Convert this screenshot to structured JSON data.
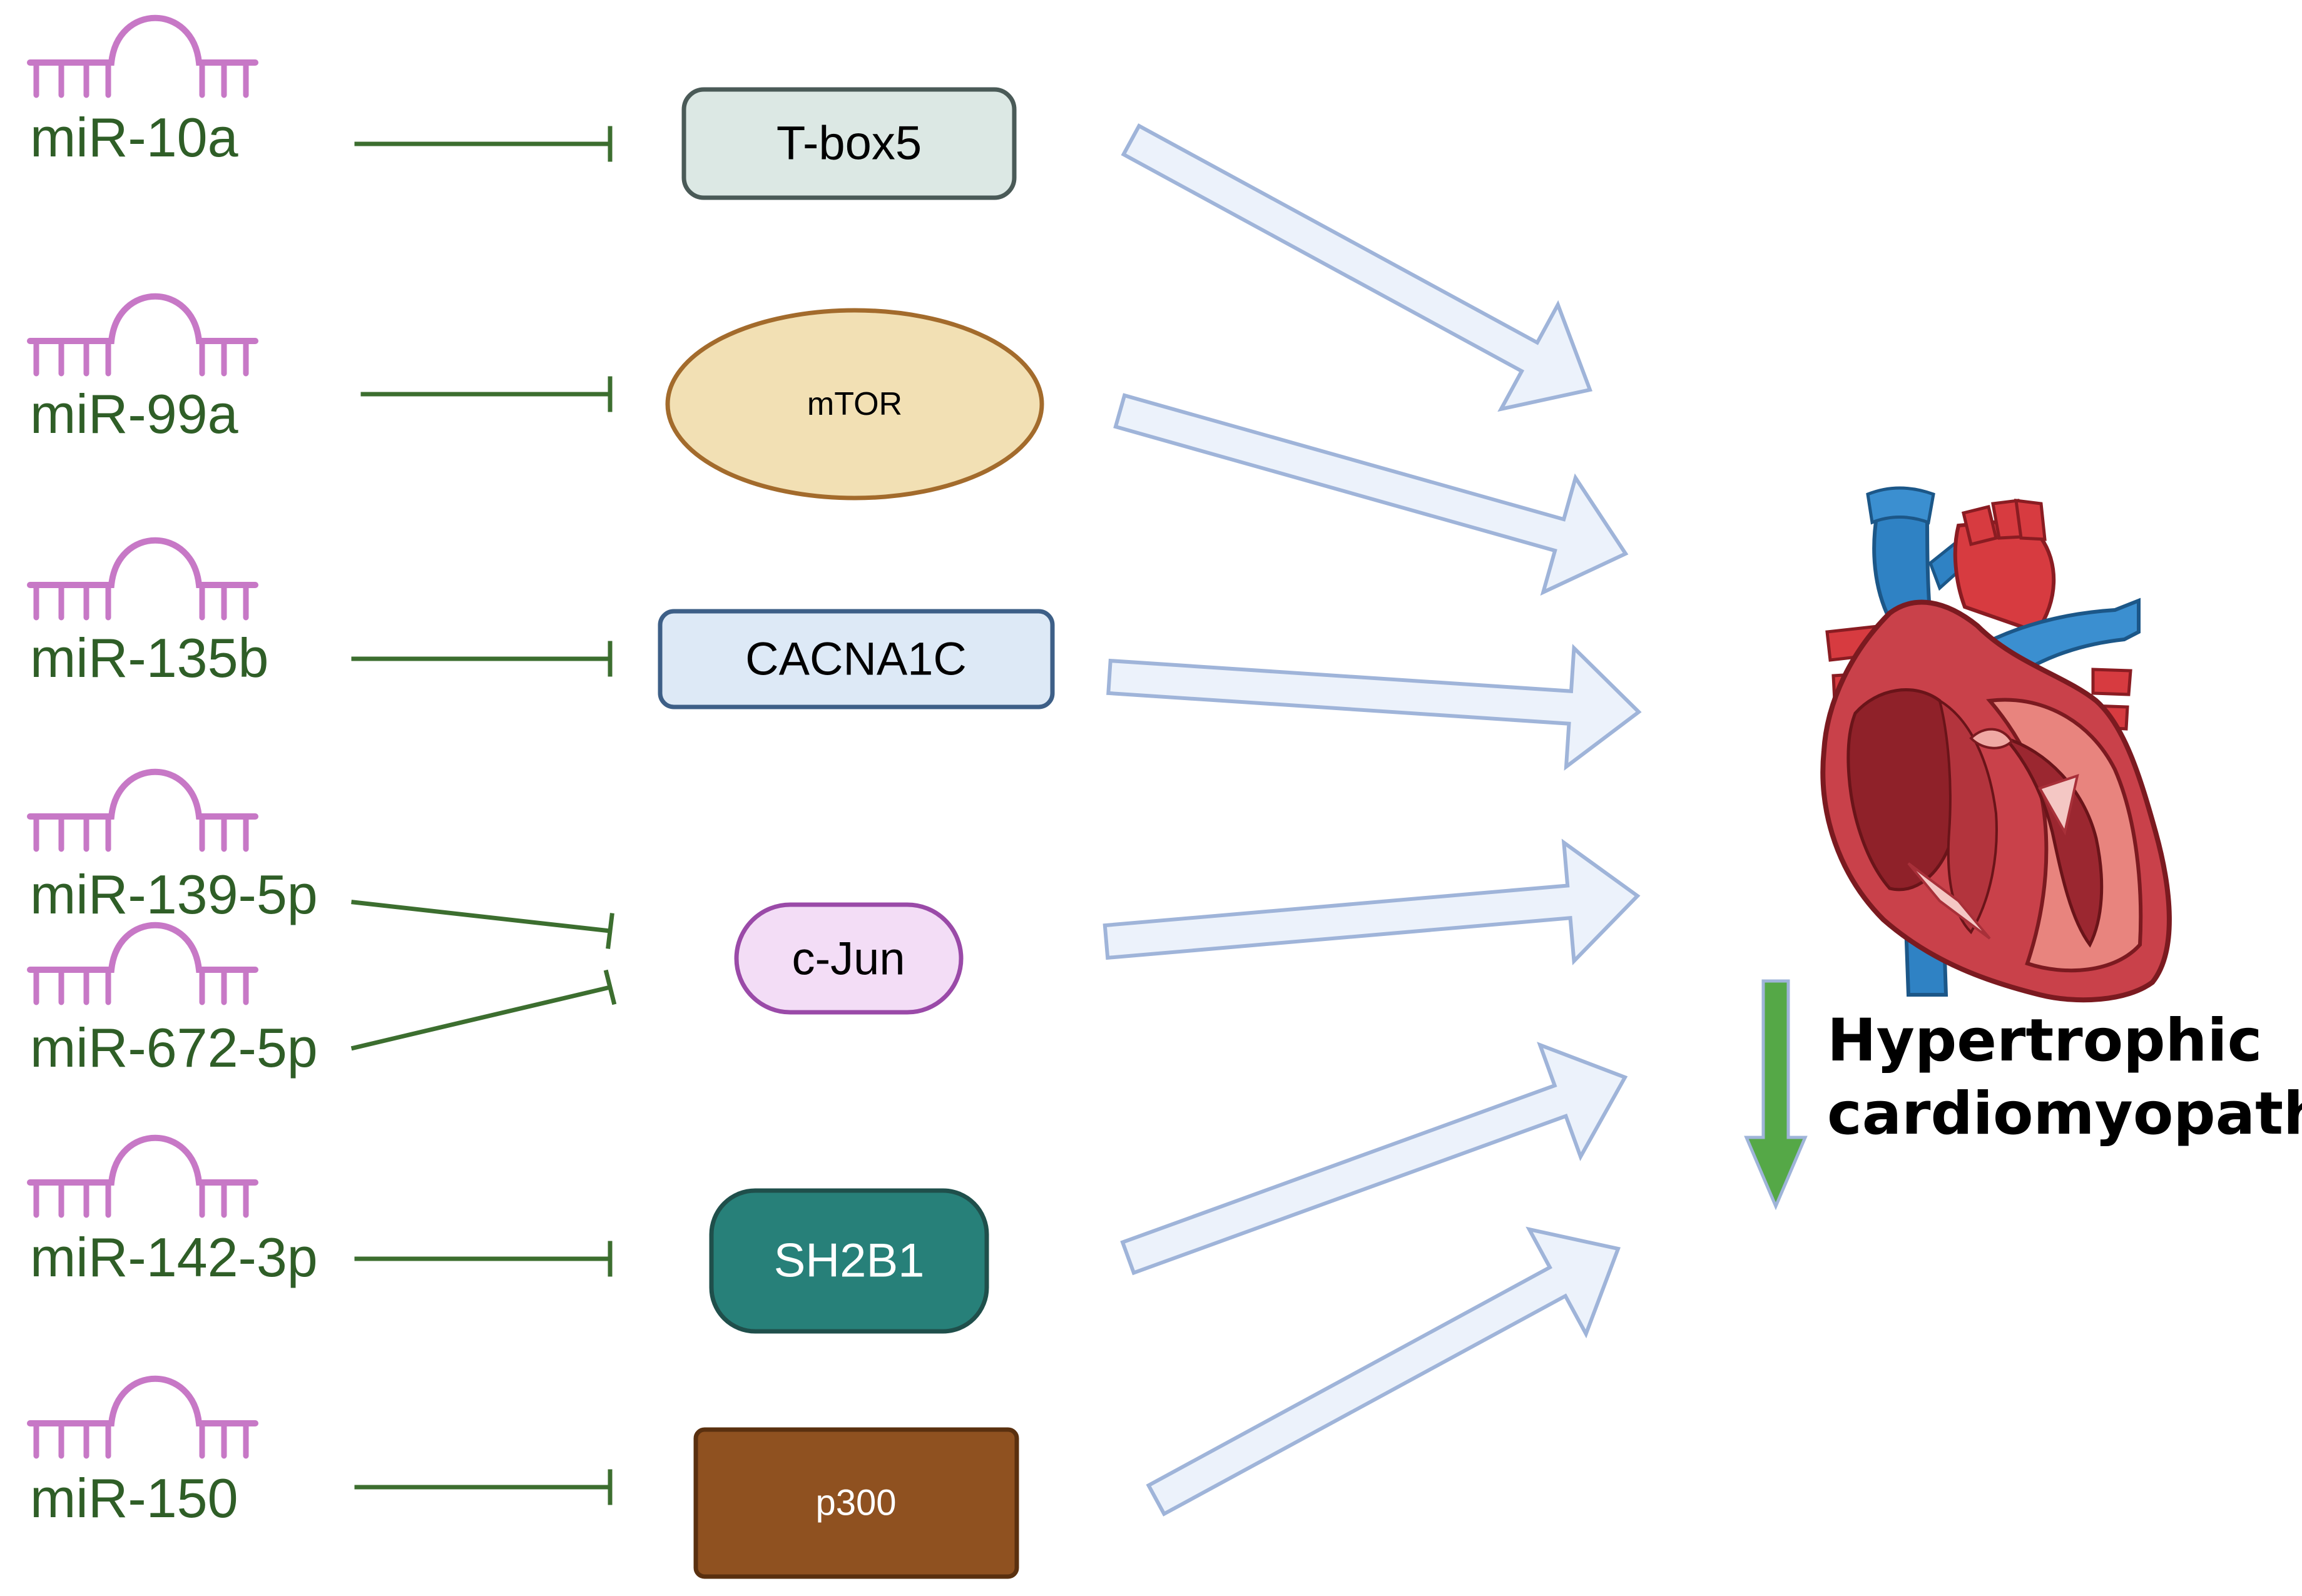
{
  "mirnas": [
    {
      "label": "miR-10a"
    },
    {
      "label": "miR-99a"
    },
    {
      "label": "miR-135b"
    },
    {
      "label": "miR-139-5p"
    },
    {
      "label": "miR-672-5p"
    },
    {
      "label": "miR-142-3p"
    },
    {
      "label": "miR-150"
    }
  ],
  "targets": [
    {
      "label": "T-box5",
      "fill": "#dce8e4",
      "stroke": "#4a5a57",
      "text_color": "#000000"
    },
    {
      "label": "mTOR",
      "fill": "#f2e0b4",
      "stroke": "#a36b2c",
      "text_color": "#000000"
    },
    {
      "label": "CACNA1C",
      "fill": "#dde9f6",
      "stroke": "#3d5f87",
      "text_color": "#000000"
    },
    {
      "label": "c-Jun",
      "fill": "#f3ddf6",
      "stroke": "#9a4aa8",
      "text_color": "#000000"
    },
    {
      "label": "SH2B1",
      "fill": "#278079",
      "stroke": "#1f4f4b",
      "text_color": "#ffffff"
    },
    {
      "label": "p300",
      "fill": "#8f5120",
      "stroke": "#5a300f",
      "text_color": "#ffffff"
    }
  ],
  "outcome": {
    "line1": "Hypertrophic",
    "line2": "cardiomyopathy",
    "direction": "decrease"
  },
  "colors": {
    "mirna_icon": "#c778c6",
    "inhibition": "#3c6e2f",
    "arrow_fill": "#ecf2fb",
    "arrow_stroke": "#9fb4d9",
    "down_arrow": "#55a847"
  },
  "icons": {
    "mirna": "mirna-hairpin-icon",
    "heart": "heart-anatomy-icon",
    "down_arrow": "down-arrow-icon"
  }
}
